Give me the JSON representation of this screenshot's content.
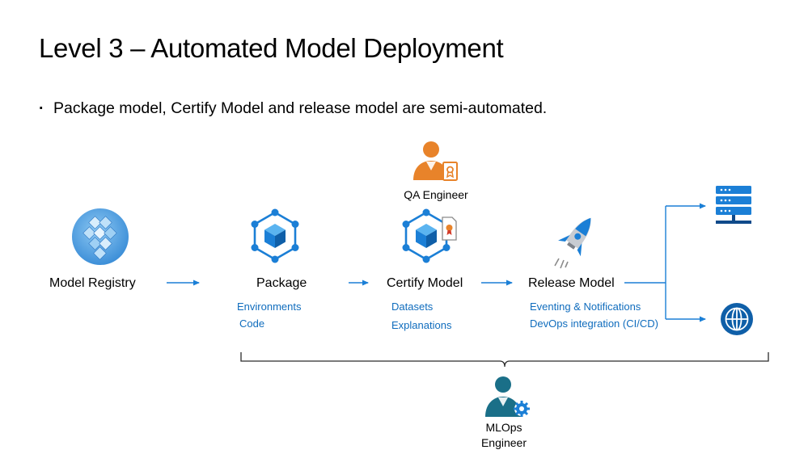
{
  "title": "Level 3 – Automated Model Deployment",
  "bullet": "Package model, Certify Model and  release model are semi-automated.",
  "roles": {
    "qa_engineer": "QA Engineer",
    "mlops_line1": "MLOps",
    "mlops_line2": "Engineer"
  },
  "stages": {
    "model_registry": {
      "label": "Model Registry",
      "icon": "model-registry-icon"
    },
    "package": {
      "label": "Package",
      "details": [
        "Environments",
        "Code"
      ],
      "icon": "package-icon"
    },
    "certify_model": {
      "label": "Certify Model",
      "details": [
        "Datasets",
        "Explanations"
      ],
      "icon": "certify-model-icon"
    },
    "release_model": {
      "label": "Release Model",
      "details": [
        "Eventing & Notifications",
        "DevOps integration (CI/CD)"
      ],
      "icon": "rocket-icon"
    }
  },
  "targets": {
    "top": "server-icon",
    "bottom": "globe-icon"
  },
  "colors": {
    "accent_blue": "#0f6cbd",
    "arrow_blue": "#1b7fd6",
    "orange": "#e8832a",
    "teal": "#1a6f88"
  }
}
